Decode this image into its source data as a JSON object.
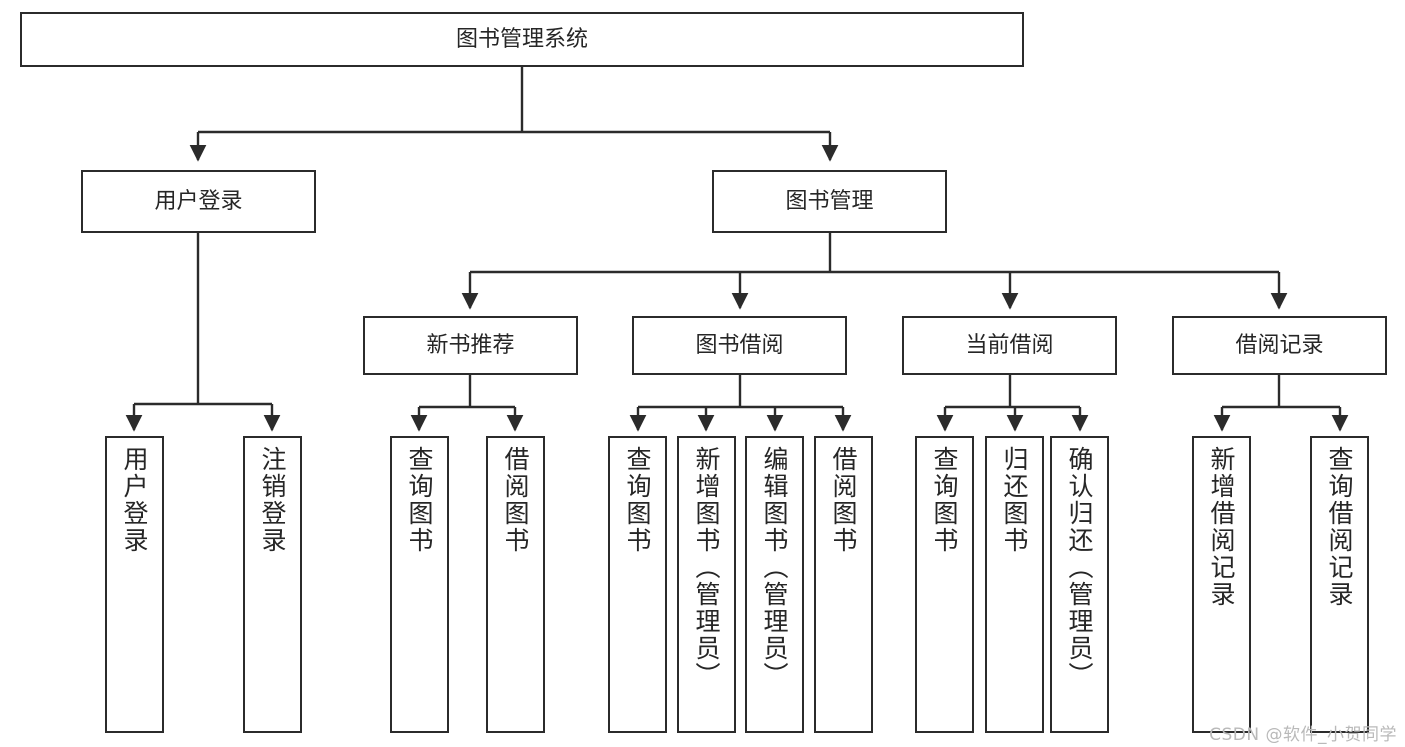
{
  "diagram": {
    "title": "图书管理系统",
    "type": "tree",
    "watermark": "CSDN @软件_小贺同学",
    "colors": {
      "node_border": "#2b2b2b",
      "node_fill": "#ffffff",
      "edge": "#2b2b2b",
      "text": "#262626",
      "watermark": "#b9b9b9",
      "background": "#ffffff"
    },
    "root": {
      "label": "图书管理系统"
    },
    "level2": [
      {
        "label": "用户登录"
      },
      {
        "label": "图书管理"
      }
    ],
    "level3": [
      {
        "label": "新书推荐"
      },
      {
        "label": "图书借阅"
      },
      {
        "label": "当前借阅"
      },
      {
        "label": "借阅记录"
      }
    ],
    "leaves": {
      "user_login": [
        {
          "label": "用户登录"
        },
        {
          "label": "注销登录"
        }
      ],
      "new_book_recommend": [
        {
          "label": "查询图书"
        },
        {
          "label": "借阅图书"
        }
      ],
      "book_borrow": [
        {
          "label": "查询图书"
        },
        {
          "label": "新增图书（管理员）"
        },
        {
          "label": "编辑图书（管理员）"
        },
        {
          "label": "借阅图书"
        }
      ],
      "current_borrow": [
        {
          "label": "查询图书"
        },
        {
          "label": "归还图书"
        },
        {
          "label": "确认归还（管理员）"
        }
      ],
      "borrow_record": [
        {
          "label": "新增借阅记录"
        },
        {
          "label": "查询借阅记录"
        }
      ]
    }
  }
}
